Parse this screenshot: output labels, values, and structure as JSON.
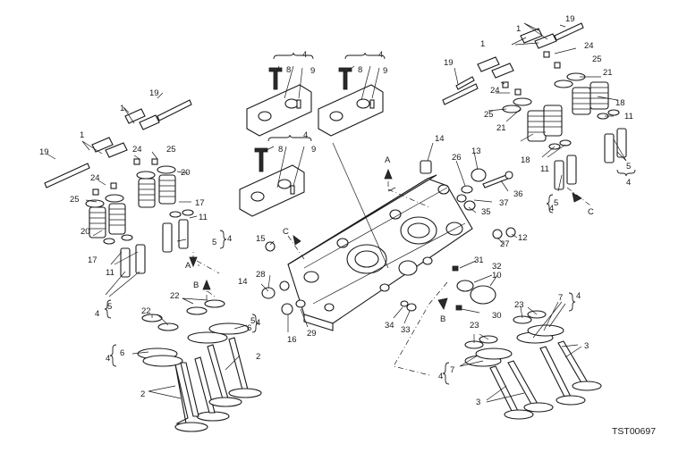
{
  "diagram": {
    "code": "TST00697",
    "section_letters": [
      "A",
      "B",
      "C"
    ],
    "parts": [
      "1",
      "2",
      "3",
      "4",
      "5",
      "6",
      "7",
      "8",
      "9",
      "10",
      "11",
      "12",
      "13",
      "14",
      "15",
      "16",
      "17",
      "18",
      "19",
      "20",
      "21",
      "22",
      "23",
      "24",
      "25",
      "26",
      "27",
      "28",
      "29",
      "30",
      "31",
      "32",
      "33",
      "34",
      "35",
      "36",
      "37"
    ]
  }
}
